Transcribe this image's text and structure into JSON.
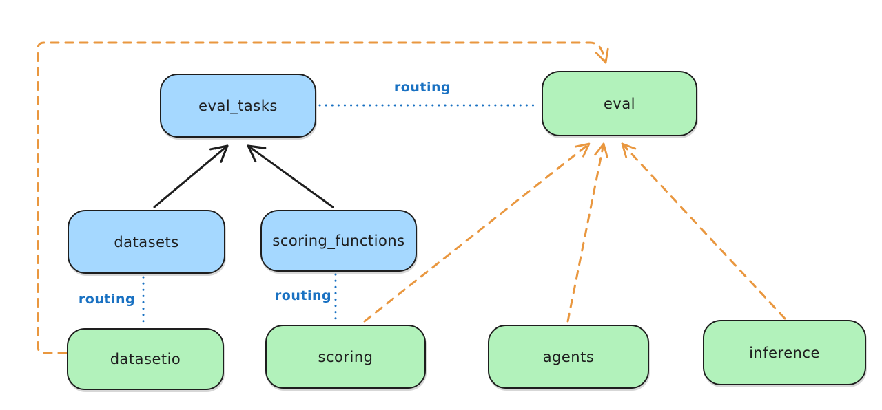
{
  "diagram": {
    "nodes": {
      "eval_tasks": {
        "label": "eval_tasks",
        "kind": "api",
        "fill": "#a5d8ff"
      },
      "eval": {
        "label": "eval",
        "kind": "provider",
        "fill": "#b2f2bb"
      },
      "datasets": {
        "label": "datasets",
        "kind": "api",
        "fill": "#a5d8ff"
      },
      "scoring_functions": {
        "label": "scoring_functions",
        "kind": "api",
        "fill": "#a5d8ff"
      },
      "datasetio": {
        "label": "datasetio",
        "kind": "provider",
        "fill": "#b2f2bb"
      },
      "scoring": {
        "label": "scoring",
        "kind": "provider",
        "fill": "#b2f2bb"
      },
      "agents": {
        "label": "agents",
        "kind": "provider",
        "fill": "#b2f2bb"
      },
      "inference": {
        "label": "inference",
        "kind": "provider",
        "fill": "#b2f2bb"
      }
    },
    "edge_labels": {
      "routing_eval": "routing",
      "routing_datasetio": "routing",
      "routing_scoring": "routing"
    },
    "edges": [
      {
        "from": "datasets",
        "to": "eval_tasks",
        "style": "solid",
        "color": "#1e1e1e",
        "arrow": true
      },
      {
        "from": "scoring_functions",
        "to": "eval_tasks",
        "style": "solid",
        "color": "#1e1e1e",
        "arrow": true
      },
      {
        "from": "eval_tasks",
        "to": "eval",
        "style": "dotted",
        "color": "#1971c2",
        "arrow": false,
        "label": "routing"
      },
      {
        "from": "datasets",
        "to": "datasetio",
        "style": "dotted",
        "color": "#1971c2",
        "arrow": false,
        "label": "routing"
      },
      {
        "from": "scoring_functions",
        "to": "scoring",
        "style": "dotted",
        "color": "#1971c2",
        "arrow": false,
        "label": "routing"
      },
      {
        "from": "datasetio",
        "to": "eval",
        "style": "dashed",
        "color": "#e9973f",
        "arrow": true,
        "route": "left-up-across-top"
      },
      {
        "from": "scoring",
        "to": "eval",
        "style": "dashed",
        "color": "#e9973f",
        "arrow": true
      },
      {
        "from": "agents",
        "to": "eval",
        "style": "dashed",
        "color": "#e9973f",
        "arrow": true
      },
      {
        "from": "inference",
        "to": "eval",
        "style": "dashed",
        "color": "#e9973f",
        "arrow": true
      }
    ],
    "colors": {
      "api_node_fill": "#a5d8ff",
      "provider_node_fill": "#b2f2bb",
      "node_stroke": "#1e1e1e",
      "routing_line": "#1971c2",
      "provider_arrow": "#e9973f",
      "background": "#ffffff"
    }
  }
}
